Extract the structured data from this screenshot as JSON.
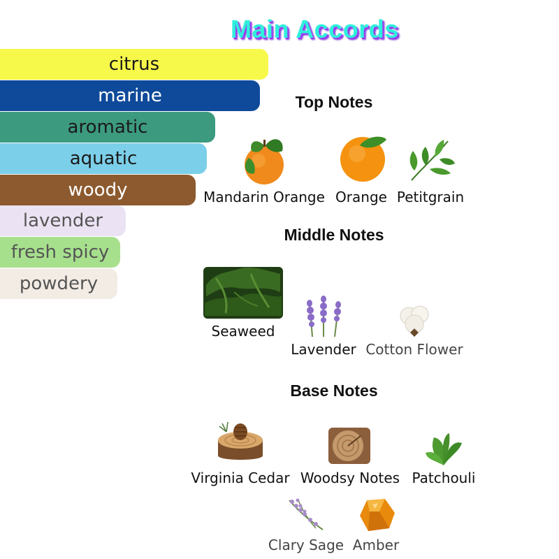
{
  "title": "Main Accords",
  "accords": [
    {
      "label": "citrus",
      "color": "#f7f94a",
      "text_color": "#1a1a1a",
      "strength": 0.48
    },
    {
      "label": "marine",
      "color": "#0f4a9a",
      "text_color": "#ffffff",
      "strength": 0.465
    },
    {
      "label": "aromatic",
      "color": "#3c9a7e",
      "text_color": "#1a1a1a",
      "strength": 0.385
    },
    {
      "label": "aquatic",
      "color": "#7ccfe8",
      "text_color": "#1a1a1a",
      "strength": 0.37
    },
    {
      "label": "woody",
      "color": "#8c5a2e",
      "text_color": "#ffffff",
      "strength": 0.35
    },
    {
      "label": "lavender",
      "color": "#ebe3f3",
      "text_color": "#555555",
      "strength": 0.225
    },
    {
      "label": "fresh spicy",
      "color": "#a7e08d",
      "text_color": "#555555",
      "strength": 0.215
    },
    {
      "label": "powdery",
      "color": "#f3ece5",
      "text_color": "#555555",
      "strength": 0.21
    }
  ],
  "top_notes": {
    "heading": "Top Notes",
    "items": [
      {
        "label": "Mandarin Orange",
        "icon": "mandarin-orange-icon"
      },
      {
        "label": "Orange",
        "icon": "orange-icon"
      },
      {
        "label": "Petitgrain",
        "icon": "petitgrain-icon"
      }
    ]
  },
  "middle_notes": {
    "heading": "Middle Notes",
    "items": [
      {
        "label": "Seaweed",
        "icon": "seaweed-icon"
      },
      {
        "label": "Lavender",
        "icon": "lavender-icon"
      },
      {
        "label": "Cotton Flower",
        "icon": "cotton-flower-icon"
      }
    ]
  },
  "base_notes": {
    "heading": "Base Notes",
    "items": [
      {
        "label": "Virginia Cedar",
        "icon": "virginia-cedar-icon"
      },
      {
        "label": "Woodsy Notes",
        "icon": "woodsy-notes-icon"
      },
      {
        "label": "Patchouli",
        "icon": "patchouli-icon"
      },
      {
        "label": "Clary Sage",
        "icon": "clary-sage-icon"
      },
      {
        "label": "Amber",
        "icon": "amber-icon"
      }
    ]
  }
}
